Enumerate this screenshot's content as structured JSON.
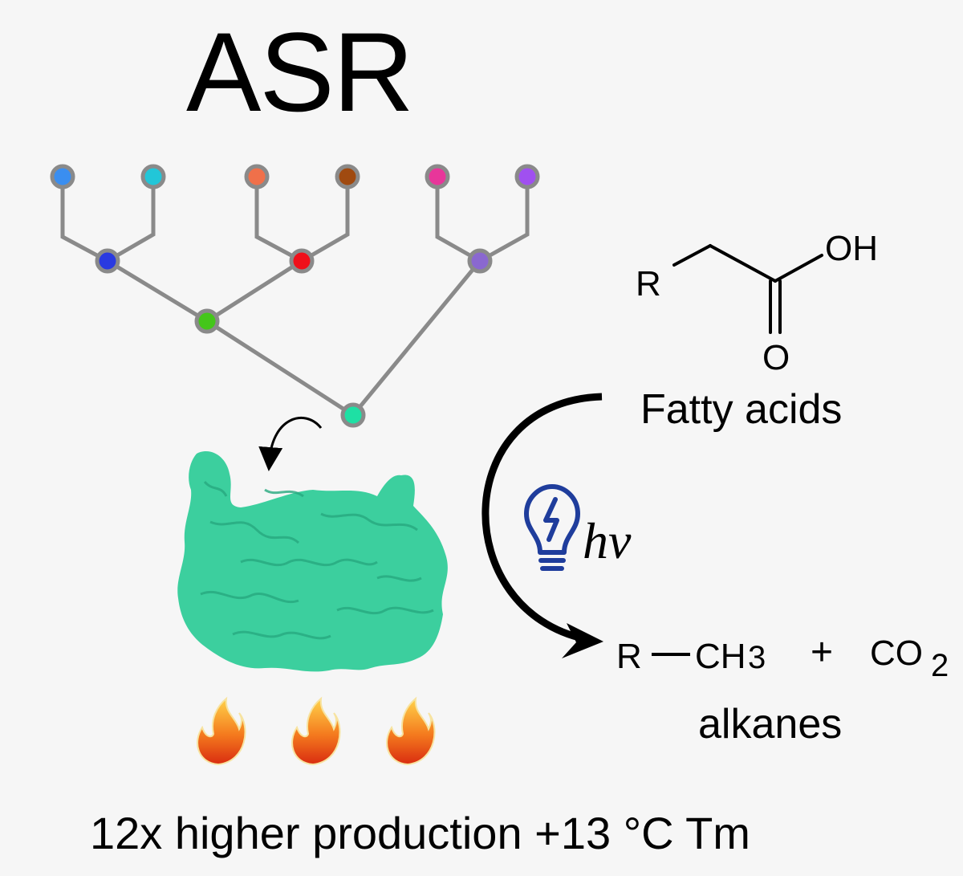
{
  "title": "ASR",
  "tree": {
    "leaf_colors": [
      "#3a8ef0",
      "#22c6d8",
      "#f0704a",
      "#a04a10",
      "#e8369a",
      "#a050f0"
    ],
    "internal_colors": {
      "blue_node": "#2a3ae0",
      "red_node": "#f0101a",
      "green_node": "#44c61a",
      "purple_node": "#8a68d0",
      "root_node": "#1ee0a4"
    },
    "branch_color": "#8a8a8a"
  },
  "protein": {
    "color": "#3ccf9e",
    "shade": "#27a97f"
  },
  "fatty_acid": {
    "r_label": "R",
    "oh_label": "OH",
    "o_label": "O",
    "name": "Fatty acids"
  },
  "reaction": {
    "light_symbol": "hv",
    "bulb_color": "#1f3d9c",
    "product_r": "R",
    "product_ch": "CH",
    "product_ch_sub": "3",
    "plus": "+",
    "co_label": "CO",
    "co_sub": "2",
    "product_name": "alkanes"
  },
  "footer": "12x higher production +13 °C Tm"
}
